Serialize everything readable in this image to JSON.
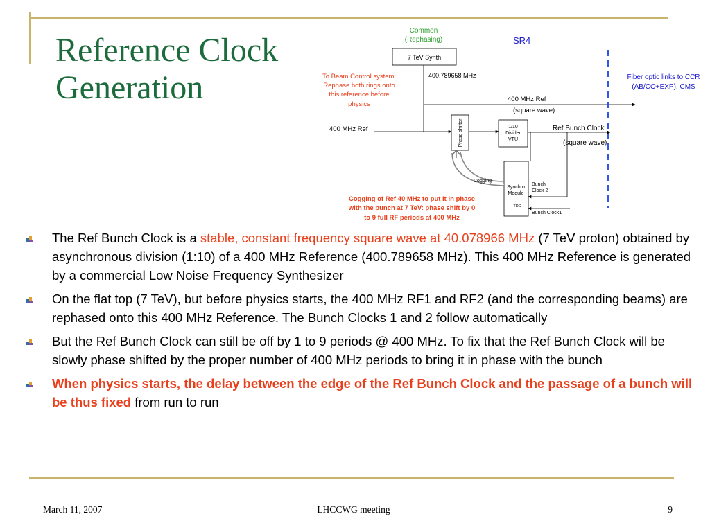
{
  "slide": {
    "title_line1": "Reference Clock",
    "title_line2": "Generation"
  },
  "diagram": {
    "common_label_1": "Common",
    "common_label_2": "(Rephasing)",
    "sr4_label": "SR4",
    "synth_label": "7 TeV Synth",
    "synth_freq": "400.789658 MHz",
    "beam_control": [
      "To Beam Control system:",
      "Rephase both rings onto",
      "this reference before",
      "physics"
    ],
    "fiber_links": [
      "Fiber optic links to CCR",
      "(AB/CO+EXP), CMS"
    ],
    "ref400_label": "400 MHz Ref",
    "square_wave_1": "(square wave)",
    "ref400_left": "400 MHz Ref",
    "phase_shifter": "Phase shifter",
    "divider": [
      "1/10",
      "Divider",
      "VTU"
    ],
    "ref_bunch_clock": "Ref Bunch Clock",
    "square_wave_2": "(square wave)",
    "cogging": "Cogging",
    "synchro": [
      "Synchro",
      "Module"
    ],
    "tdc": "TDC",
    "bunch_clock_2": [
      "Bunch",
      "Clock 2"
    ],
    "bunch_clock_1": "Bunch Clock1",
    "cogging_note": [
      "Cogging of Ref 40 MHz to put it in phase",
      "with the bunch at 7 TeV: phase shift by 0",
      "to 9 full RF periods at 400 MHz"
    ]
  },
  "bullets": [
    {
      "pre": "The Ref Bunch Clock is a ",
      "highlight": "stable, constant frequency square wave at 40.078966 MHz",
      "post": " (7 TeV proton) obtained by asynchronous division (1:10) of a 400 MHz Reference (400.789658 MHz). This 400 MHz Reference is generated by a commercial Low Noise Frequency Synthesizer"
    },
    {
      "text": "On the flat top (7 TeV), but before physics starts, the 400 MHz RF1 and RF2 (and the corresponding beams) are rephased onto this 400 MHz Reference. The Bunch Clocks 1 and 2 follow automatically"
    },
    {
      "text": "But the Ref Bunch Clock can still be off by 1 to 9 periods @ 400 MHz. To fix that the Ref Bunch Clock will be slowly phase shifted by the proper number of 400 MHz periods to bring it in phase with the bunch"
    },
    {
      "bold": "When physics starts, the delay between the edge of the Ref Bunch Clock and the passage of a bunch will be thus fixed",
      "post": " from run to run"
    }
  ],
  "footer": {
    "date": "March 11, 2007",
    "center": "LHCCWG  meeting",
    "page": "9"
  },
  "colors": {
    "title": "#1c6b3c",
    "red": "#e8401c",
    "blue": "#1a1acc",
    "green": "#2ca02c",
    "frame": "#c8b46a"
  }
}
